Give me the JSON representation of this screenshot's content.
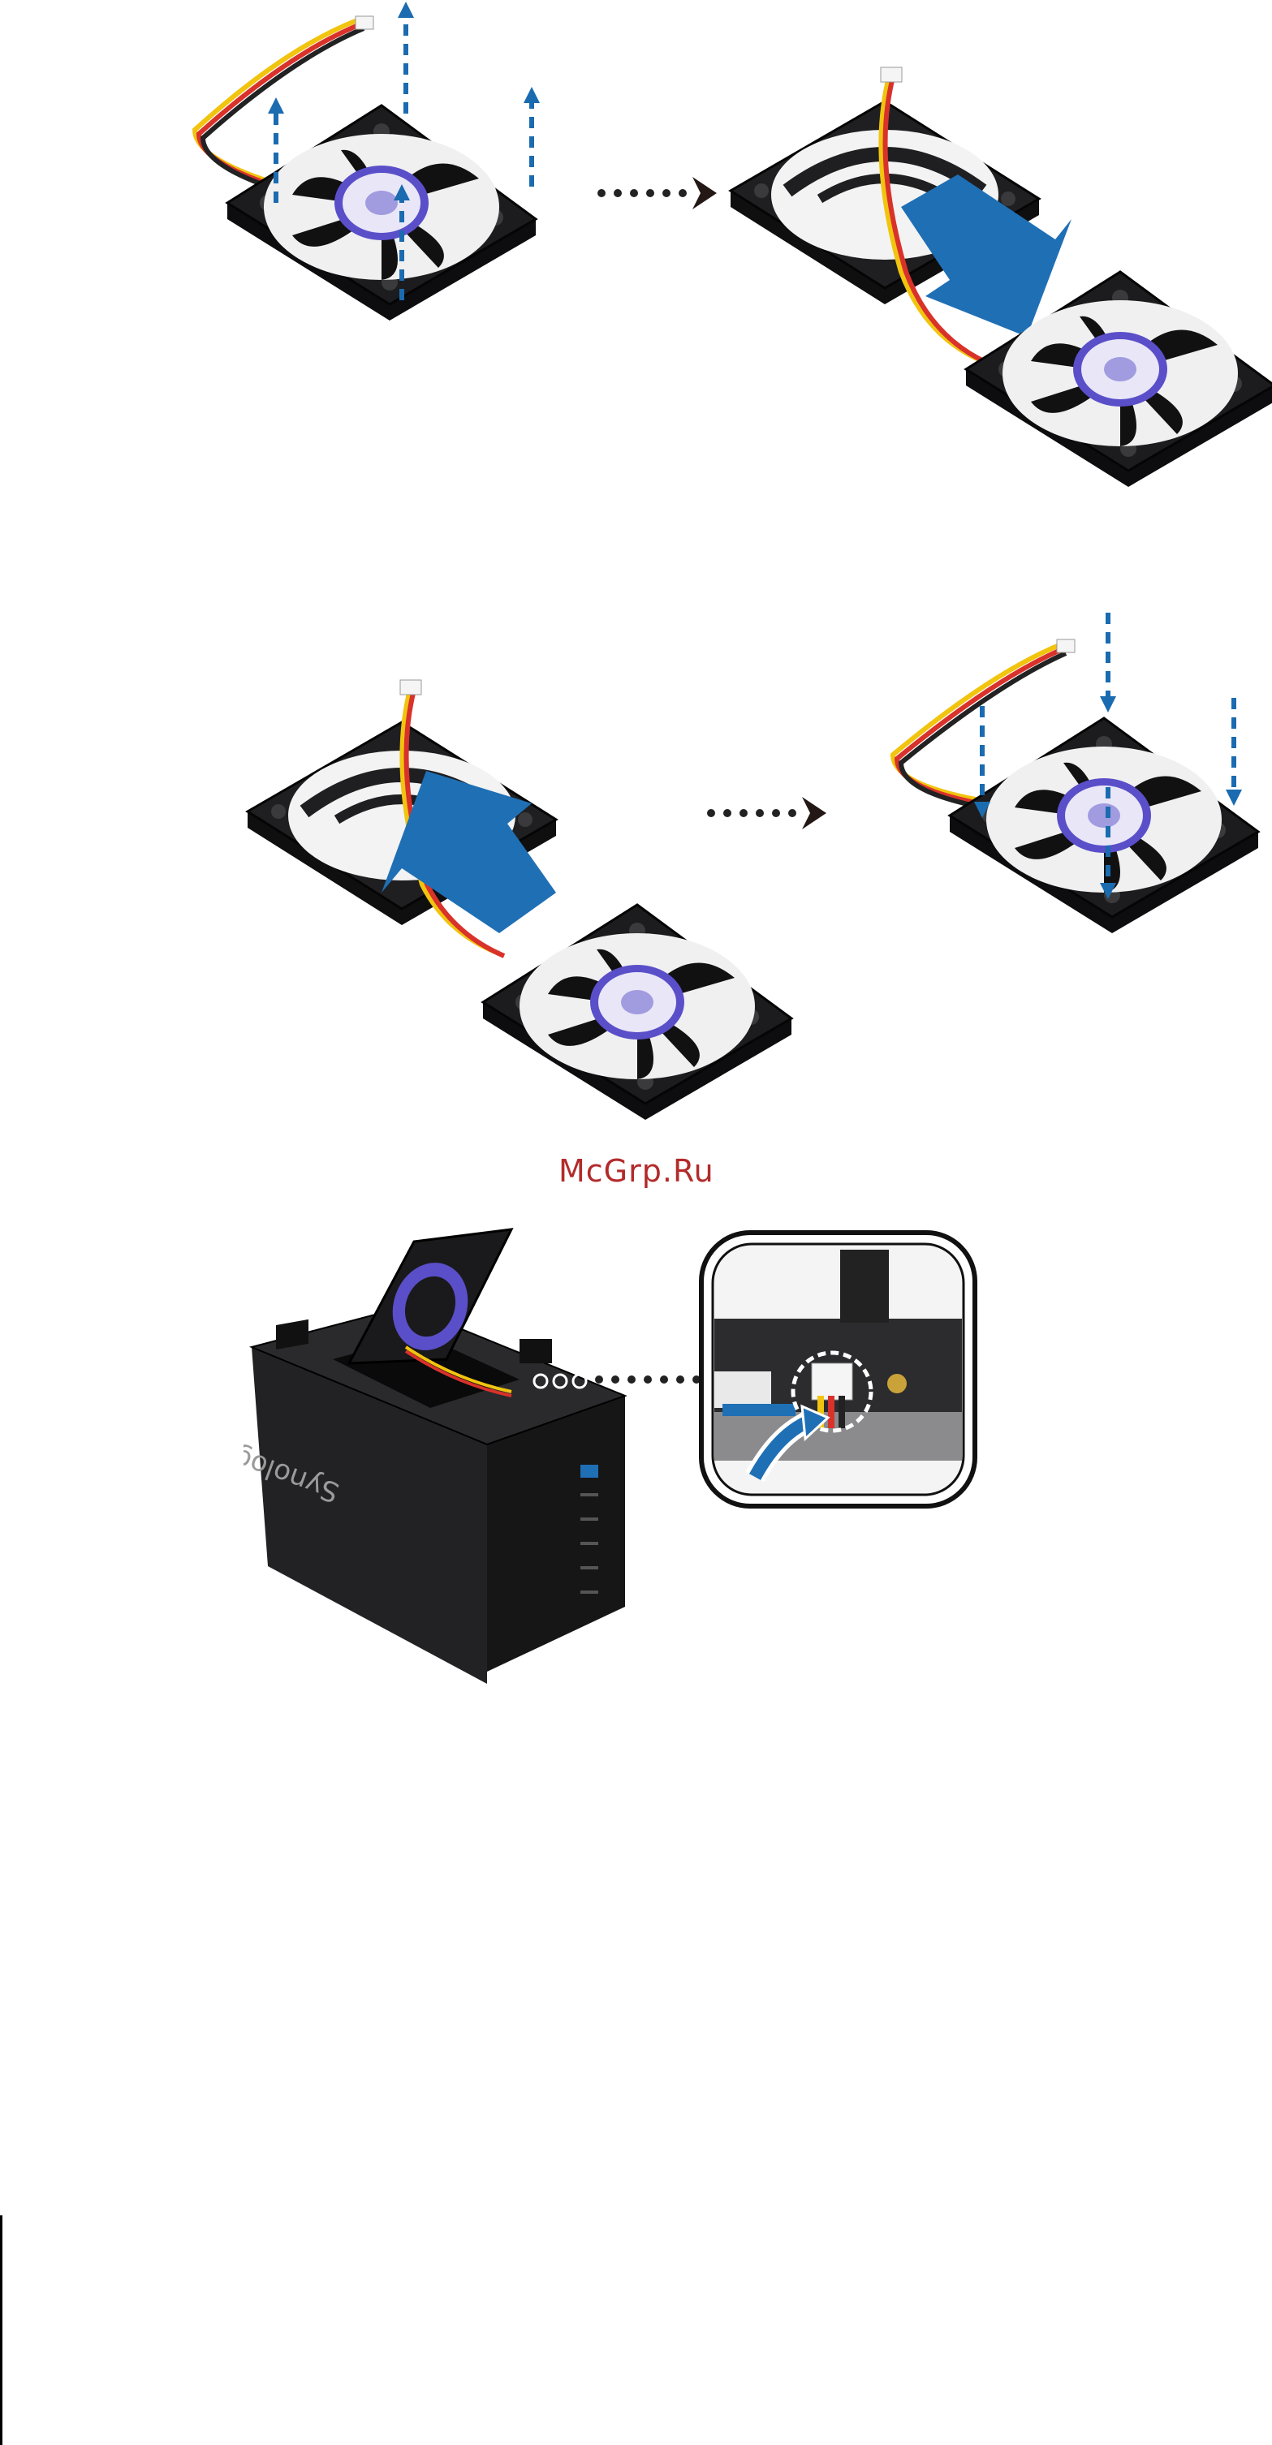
{
  "watermark": {
    "text": "McGrp.Ru"
  },
  "device": {
    "brand": "Synology"
  },
  "colors": {
    "arrow_blue": "#1f6fb5",
    "dashed_blue": "#1a6bb0",
    "fan_black": "#1c1c1e",
    "label_purple": "#5a4fc9",
    "wire_yellow": "#f1c40f",
    "wire_red": "#d9322b",
    "wire_black": "#222222",
    "watermark_red": "#b22b2b"
  },
  "steps": [
    {
      "name": "remove-fan",
      "icons": [
        "fan-icon",
        "screw-removal-arrows-icon"
      ]
    },
    {
      "name": "replace-fan",
      "icons": [
        "fan-bracket-icon",
        "fan-icon",
        "move-arrow-icon"
      ]
    },
    {
      "name": "insert-fan",
      "icons": [
        "fan-bracket-icon",
        "fan-icon",
        "move-arrow-icon"
      ]
    },
    {
      "name": "install-fan",
      "icons": [
        "fan-icon",
        "screw-insert-arrows-icon"
      ]
    },
    {
      "name": "connect-fan-cable",
      "icons": [
        "nas-enclosure-icon",
        "connector-zoom-icon"
      ]
    }
  ]
}
